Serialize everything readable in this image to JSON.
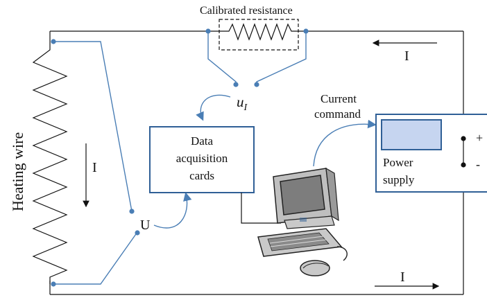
{
  "labels": {
    "calibrated_resistance": "Calibrated resistance",
    "heating_wire": "Heating wire",
    "current_top": "I",
    "current_bottom": "I",
    "current_wire": "I",
    "voltage_u": "U",
    "voltage_ui_main": "u",
    "voltage_ui_sub": "I",
    "current_command_line1": "Current",
    "current_command_line2": "command",
    "daq_line1": "Data",
    "daq_line2": "acquisition",
    "daq_line3": "cards",
    "power_line1": "Power",
    "power_line2": "supply",
    "plus": "+",
    "minus": "-"
  },
  "colors": {
    "wire": "#111111",
    "signal": "#4a7eb5",
    "box_border": "#2f5f96",
    "display_fill": "#c6d5f0",
    "computer_body": "#c9c9c9",
    "computer_screen": "#7d7d7d"
  }
}
